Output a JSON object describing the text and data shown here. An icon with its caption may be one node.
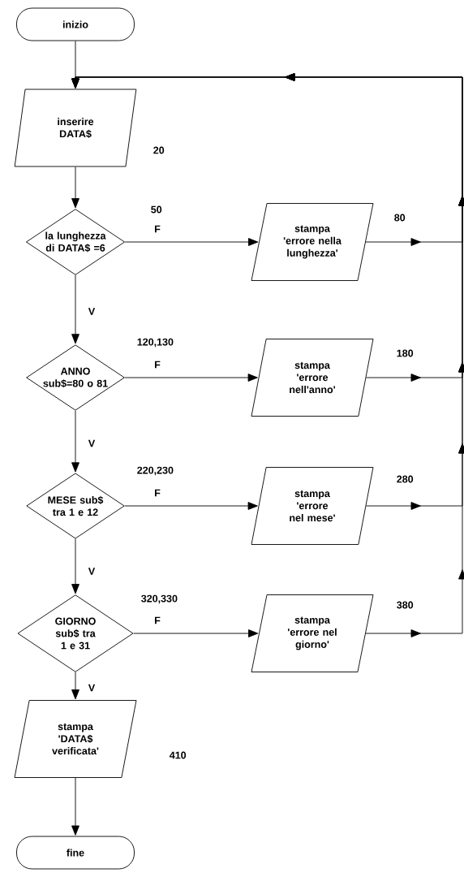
{
  "diagram": {
    "nodes": [
      {
        "text": [
          "inizio"
        ]
      },
      {
        "text": [
          "inserire DATA$"
        ],
        "beside": [
          "20"
        ]
      },
      {
        "text": [
          "la lunghezza di DATA$ =6"
        ],
        "beside": [
          "50"
        ]
      },
      {
        "text": [
          "stampa 'errore nella lunghezza'"
        ],
        "beside": [
          "80"
        ]
      },
      {
        "text": [
          "ANNO sub$=80 o 81"
        ],
        "beside": [
          "120,130"
        ]
      },
      {
        "text": [
          "stampa 'errore nell'anno'"
        ],
        "beside": [
          "180"
        ]
      },
      {
        "text": [
          "MESE sub$ tra 1 e 12"
        ],
        "beside": [
          "220,230"
        ]
      },
      {
        "text": [
          "stampa 'errore nel mese'"
        ],
        "beside": [
          "280"
        ]
      },
      {
        "text": [
          "GIORNO sub$ tra 1 e 31"
        ],
        "beside": [
          "320,330"
        ]
      },
      {
        "text": [
          "stampa 'errore nel giorno'"
        ],
        "beside": [
          "380"
        ]
      },
      {
        "text": [
          "stampa 'DATA$ verificata'"
        ],
        "beside": [
          "410"
        ]
      },
      {
        "text": [
          "fine"
        ]
      }
    ],
    "edges": [
      {
        "from": 0,
        "to": 1,
        "arrow": "to"
      },
      {
        "from": 1,
        "to": 2,
        "arrow": "to"
      },
      {
        "from": 2,
        "to": 3,
        "arrow": "to",
        "label": "F"
      },
      {
        "from": 2,
        "to": 4,
        "arrow": "to",
        "label": "V"
      },
      {
        "from": 4,
        "to": 5,
        "arrow": "to",
        "label": "F"
      },
      {
        "from": 4,
        "to": 6,
        "arrow": "to",
        "label": "V"
      },
      {
        "from": 6,
        "to": 7,
        "arrow": "to",
        "label": "F"
      },
      {
        "from": 6,
        "to": 8,
        "arrow": "to",
        "label": "V"
      },
      {
        "from": 8,
        "to": 9,
        "arrow": "to",
        "label": "F"
      },
      {
        "from": 8,
        "to": 10,
        "arrow": "to",
        "label": "V"
      },
      {
        "from": 10,
        "to": 11,
        "arrow": "to"
      },
      {
        "from": 3,
        "to": 1,
        "arrow": "to"
      },
      {
        "from": 5,
        "to": 1,
        "arrow": "to"
      },
      {
        "from": 7,
        "to": 1,
        "arrow": "to"
      },
      {
        "from": 9,
        "to": 1,
        "arrow": "to"
      }
    ]
  }
}
